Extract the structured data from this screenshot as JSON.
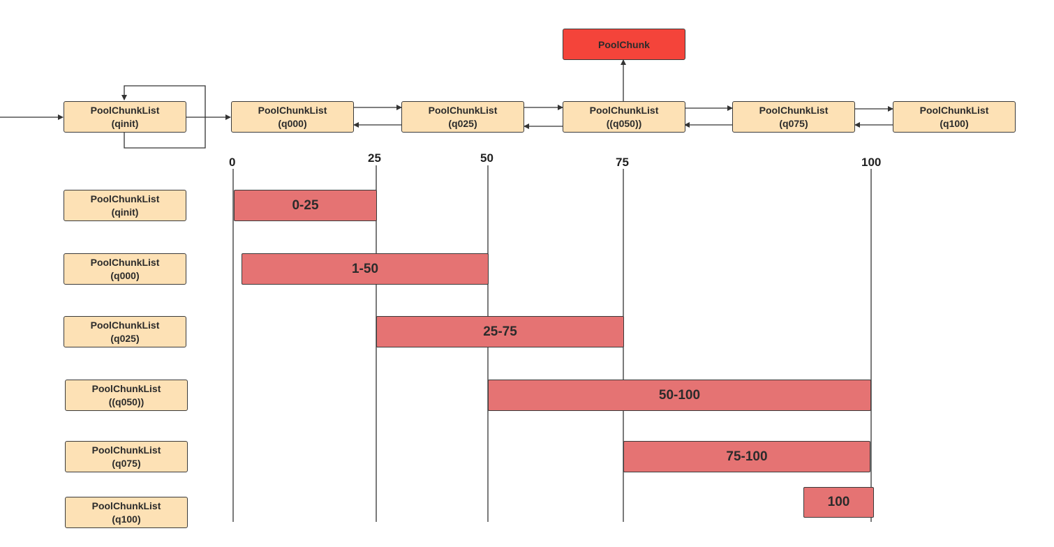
{
  "chunk": {
    "label": "PoolChunk"
  },
  "flow": [
    {
      "line1": "PoolChunkList",
      "line2": "(qinit)"
    },
    {
      "line1": "PoolChunkList",
      "line2": "(q000)"
    },
    {
      "line1": "PoolChunkList",
      "line2": "(q025)"
    },
    {
      "line1": "PoolChunkList",
      "line2": "((q050))"
    },
    {
      "line1": "PoolChunkList",
      "line2": "(q075)"
    },
    {
      "line1": "PoolChunkList",
      "line2": "(q100)"
    }
  ],
  "ticks": [
    "0",
    "25",
    "50",
    "75",
    "100"
  ],
  "rows": [
    {
      "line1": "PoolChunkList",
      "line2": "(qinit)",
      "range": "0-25",
      "from": 0,
      "to": 25
    },
    {
      "line1": "PoolChunkList",
      "line2": "(q000)",
      "range": "1-50",
      "from": 1,
      "to": 50
    },
    {
      "line1": "PoolChunkList",
      "line2": "(q025)",
      "range": "25-75",
      "from": 25,
      "to": 75
    },
    {
      "line1": "PoolChunkList",
      "line2": "((q050))",
      "range": "50-100",
      "from": 50,
      "to": 100
    },
    {
      "line1": "PoolChunkList",
      "line2": "(q075)",
      "range": "75-100",
      "from": 75,
      "to": 100
    },
    {
      "line1": "PoolChunkList",
      "line2": "(q100)",
      "range": "100",
      "from": 100,
      "to": 100
    }
  ],
  "colors": {
    "list_fill": "#fde1b5",
    "chunk_fill": "#f4443a",
    "bar_fill": "#e57373",
    "stroke": "#3a3a3a"
  }
}
